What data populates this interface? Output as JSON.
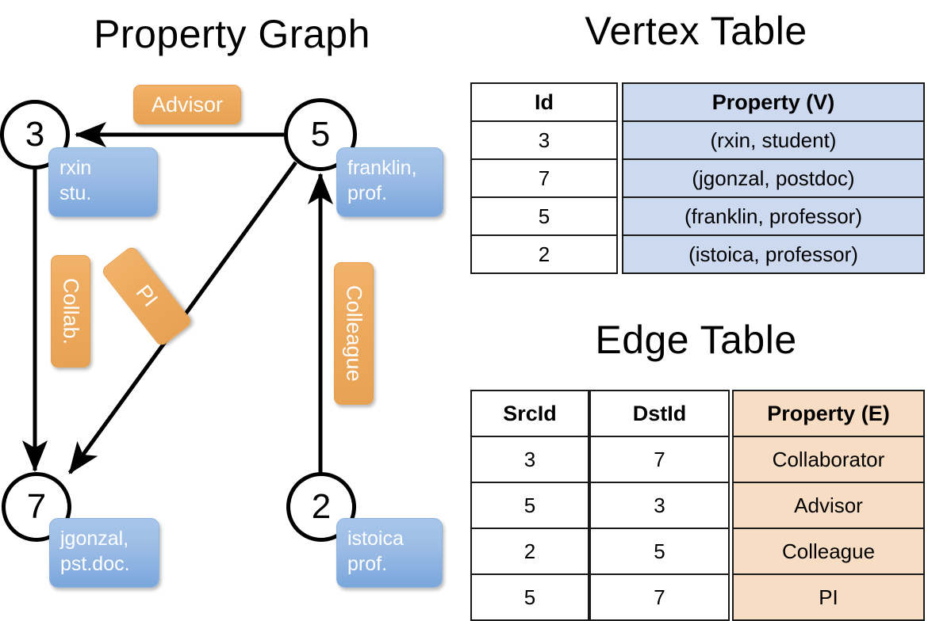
{
  "titles": {
    "property_graph": "Property Graph",
    "vertex_table": "Vertex Table",
    "edge_table": "Edge Table"
  },
  "graph": {
    "vertices": [
      {
        "id": "3",
        "property_line1": "rxin",
        "property_line2": "stu."
      },
      {
        "id": "5",
        "property_line1": "franklin,",
        "property_line2": "prof."
      },
      {
        "id": "7",
        "property_line1": "jgonzal,",
        "property_line2": "pst.doc."
      },
      {
        "id": "2",
        "property_line1": "istoica",
        "property_line2": "prof."
      }
    ],
    "edge_labels": [
      {
        "name": "advisor-label",
        "text": "Advisor"
      },
      {
        "name": "collab-label",
        "text": "Collab."
      },
      {
        "name": "pi-label",
        "text": "PI"
      },
      {
        "name": "colleague-label",
        "text": "Colleague"
      }
    ]
  },
  "vertex_table": {
    "headers": [
      "Id",
      "Property (V)"
    ],
    "rows": [
      {
        "id": "3",
        "property": "(rxin, student)"
      },
      {
        "id": "7",
        "property": "(jgonzal, postdoc)"
      },
      {
        "id": "5",
        "property": "(franklin, professor)"
      },
      {
        "id": "2",
        "property": "(istoica, professor)"
      }
    ]
  },
  "edge_table": {
    "headers": [
      "SrcId",
      "DstId",
      "Property (E)"
    ],
    "rows": [
      {
        "src": "3",
        "dst": "7",
        "property": "Collaborator"
      },
      {
        "src": "5",
        "dst": "3",
        "property": "Advisor"
      },
      {
        "src": "2",
        "dst": "5",
        "property": "Colleague"
      },
      {
        "src": "5",
        "dst": "7",
        "property": "PI"
      }
    ]
  },
  "colors": {
    "vertex_property_blue": "#9dbde6",
    "edge_label_orange": "#eda95c",
    "vertex_table_fill": "#ccd9ef",
    "edge_table_fill": "#f7ddc3",
    "stroke": "#000000",
    "background": "#ffffff"
  }
}
